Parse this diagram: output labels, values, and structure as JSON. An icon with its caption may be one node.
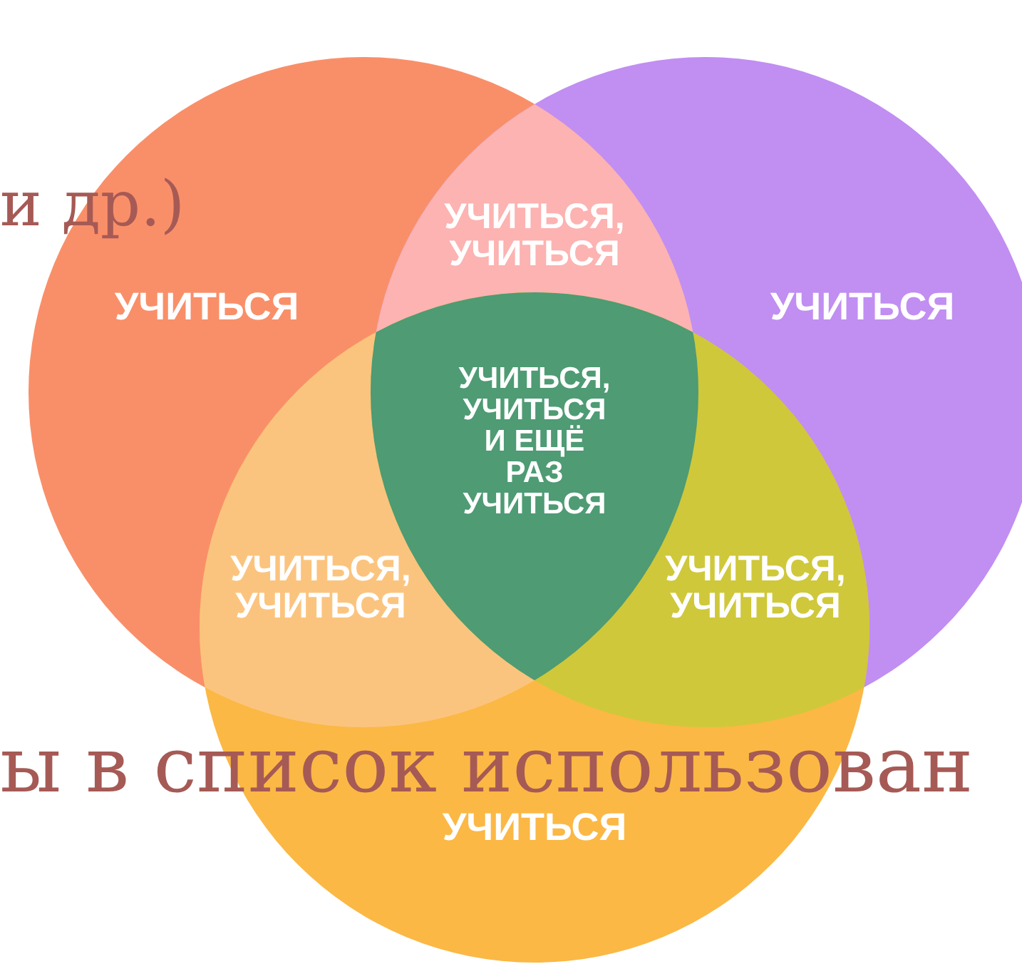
{
  "diagram": {
    "nodes": [
      {
        "text": [
          "УЧИТЬСЯ"
        ]
      },
      {
        "text": [
          "УЧИТЬСЯ, УЧИТЬСЯ"
        ]
      },
      {
        "text": [
          "УЧИТЬСЯ"
        ]
      },
      {
        "text": [
          "УЧИТЬСЯ, УЧИТЬСЯ И ЕЩЁ РАЗ УЧИТЬСЯ"
        ]
      },
      {
        "text": [
          "УЧИТЬСЯ, УЧИТЬСЯ"
        ]
      },
      {
        "text": [
          "УЧИТЬСЯ, УЧИТЬСЯ"
        ]
      },
      {
        "text": [
          "УЧИТЬСЯ"
        ]
      }
    ],
    "labels": [
      "и др.)",
      "ы в список использован"
    ]
  }
}
